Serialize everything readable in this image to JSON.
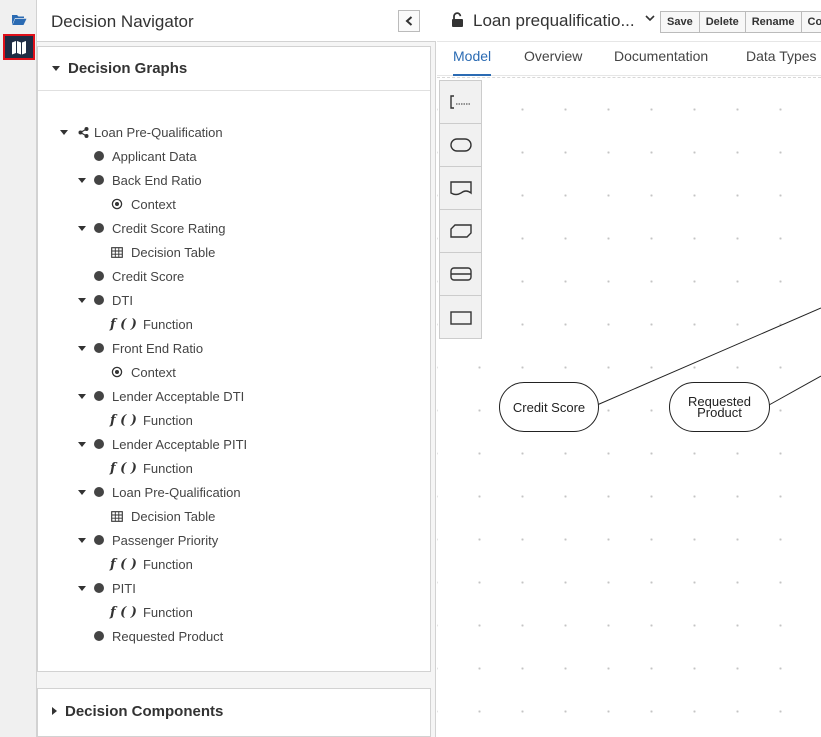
{
  "rail": {
    "items": [
      {
        "icon": "folder-open-icon"
      },
      {
        "icon": "map-icon",
        "selected": true
      }
    ]
  },
  "navigator": {
    "title": "Decision Navigator",
    "graphs_section": "Decision Graphs",
    "components_section": "Decision Components",
    "tree": [
      {
        "label": "Loan Pre-Qualification",
        "kind": "root",
        "level": 0
      },
      {
        "label": "Applicant Data",
        "kind": "node",
        "level": 1,
        "expandable": false
      },
      {
        "label": "Back End Ratio",
        "kind": "node",
        "level": 1,
        "expandable": true
      },
      {
        "label": "Context",
        "kind": "context",
        "level": 2
      },
      {
        "label": "Credit Score Rating",
        "kind": "node",
        "level": 1,
        "expandable": true
      },
      {
        "label": "Decision Table",
        "kind": "table",
        "level": 2
      },
      {
        "label": "Credit Score",
        "kind": "node",
        "level": 1,
        "expandable": false
      },
      {
        "label": "DTI",
        "kind": "node",
        "level": 1,
        "expandable": true
      },
      {
        "label": "Function",
        "kind": "function",
        "level": 2
      },
      {
        "label": "Front End Ratio",
        "kind": "node",
        "level": 1,
        "expandable": true
      },
      {
        "label": "Context",
        "kind": "context",
        "level": 2
      },
      {
        "label": "Lender Acceptable DTI",
        "kind": "node",
        "level": 1,
        "expandable": true
      },
      {
        "label": "Function",
        "kind": "function",
        "level": 2
      },
      {
        "label": "Lender Acceptable PITI",
        "kind": "node",
        "level": 1,
        "expandable": true
      },
      {
        "label": "Function",
        "kind": "function",
        "level": 2
      },
      {
        "label": "Loan Pre-Qualification",
        "kind": "node",
        "level": 1,
        "expandable": true
      },
      {
        "label": "Decision Table",
        "kind": "table",
        "level": 2
      },
      {
        "label": "Passenger Priority",
        "kind": "node",
        "level": 1,
        "expandable": true
      },
      {
        "label": "Function",
        "kind": "function",
        "level": 2
      },
      {
        "label": "PITI",
        "kind": "node",
        "level": 1,
        "expandable": true
      },
      {
        "label": "Function",
        "kind": "function",
        "level": 2
      },
      {
        "label": "Requested Product",
        "kind": "node",
        "level": 1,
        "expandable": false
      }
    ],
    "function_glyph": "f ( )"
  },
  "editor": {
    "title": "Loan prequalificatio...",
    "buttons": [
      "Save",
      "Delete",
      "Rename",
      "Co"
    ],
    "tabs": [
      {
        "label": "Model",
        "active": true
      },
      {
        "label": "Overview",
        "active": false
      },
      {
        "label": "Documentation",
        "active": false
      },
      {
        "label": "Data Types",
        "active": false
      }
    ],
    "palette": [
      "text-annotation-icon",
      "input-data-icon",
      "knowledge-source-icon",
      "business-knowledge-model-icon",
      "decision-service-icon",
      "decision-icon"
    ],
    "canvas_nodes": [
      {
        "label": "Credit Score"
      },
      {
        "label": "Requested Product"
      }
    ]
  },
  "colors": {
    "accent": "#2b6bb3",
    "rail_selected": "#1f2d45",
    "highlight_border": "#e0101a"
  }
}
